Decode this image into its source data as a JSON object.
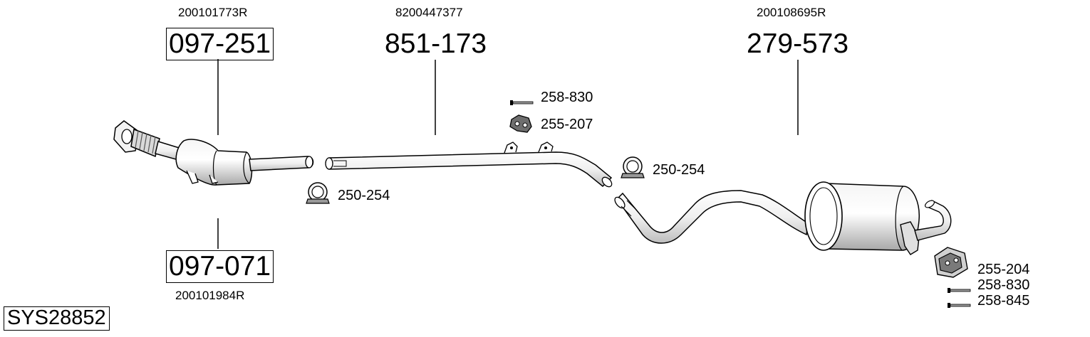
{
  "system_code": "SYS28852",
  "parts": {
    "p097_251": {
      "number": "097-251",
      "oem": "200101773R"
    },
    "p097_071": {
      "number": "097-071",
      "oem": "200101984R"
    },
    "p851_173": {
      "number": "851-173",
      "oem": "8200447377"
    },
    "p279_573": {
      "number": "279-573",
      "oem": "200108695R"
    }
  },
  "accessories": {
    "bolt_top": "258-830",
    "mount_top": "255-207",
    "clamp_left": "250-254",
    "clamp_mid": "250-254",
    "mount_right": "255-204",
    "bolt_right_1": "258-830",
    "bolt_right_2": "258-845"
  },
  "icons": {
    "clamp": "clamp-icon",
    "bolt": "bolt-icon",
    "rubber_mount": "rubber-mount-icon"
  },
  "colors": {
    "line": "#000000",
    "part_fill": "#ffffff",
    "shade_light": "#e6e6e6",
    "shade_mid": "#bdbdbd",
    "shade_dark": "#7a7a7a"
  }
}
